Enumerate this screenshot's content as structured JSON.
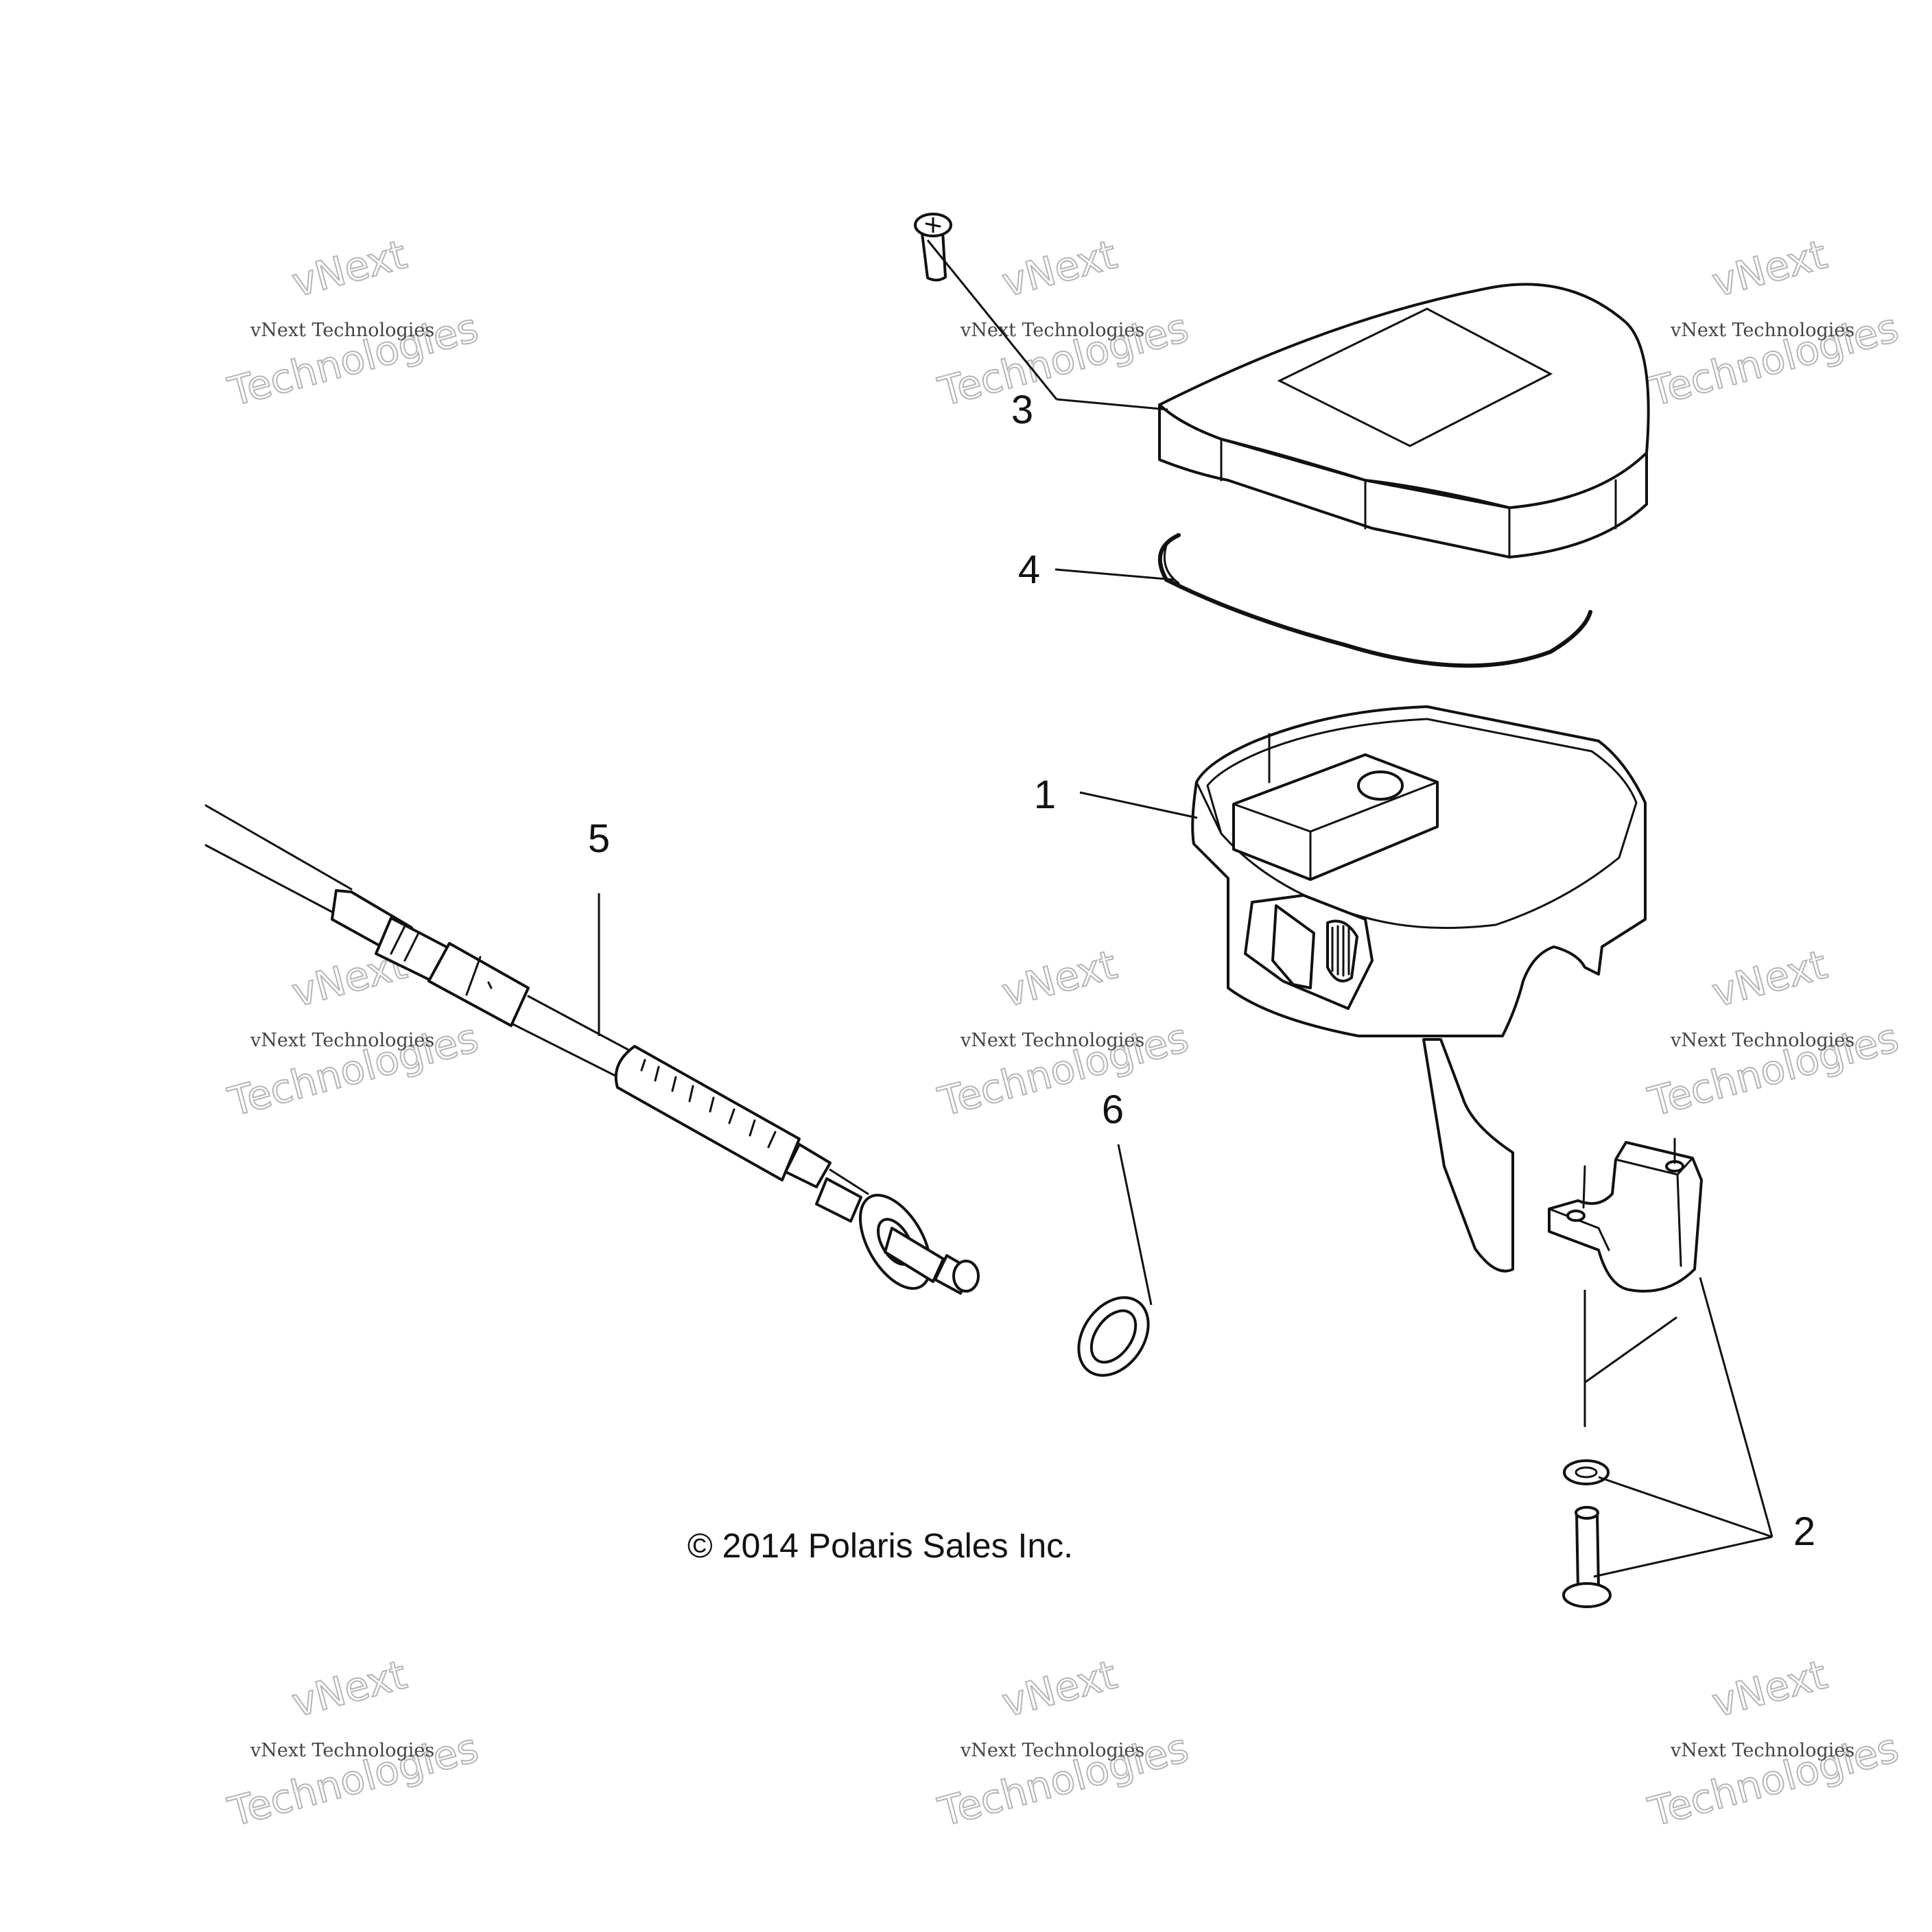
{
  "copyright": "© 2014 Polaris Sales Inc.",
  "watermark": {
    "small": "vNext Technologies",
    "big_top": "vNext",
    "big_bottom": "Technologies"
  },
  "callouts": [
    {
      "id": "1",
      "label": "1",
      "part": "housing"
    },
    {
      "id": "2",
      "label": "2",
      "part": "clamp-and-hardware"
    },
    {
      "id": "3",
      "label": "3",
      "part": "cover-and-screw"
    },
    {
      "id": "4",
      "label": "4",
      "part": "gasket"
    },
    {
      "id": "5",
      "label": "5",
      "part": "cable"
    },
    {
      "id": "6",
      "label": "6",
      "part": "washer"
    }
  ]
}
